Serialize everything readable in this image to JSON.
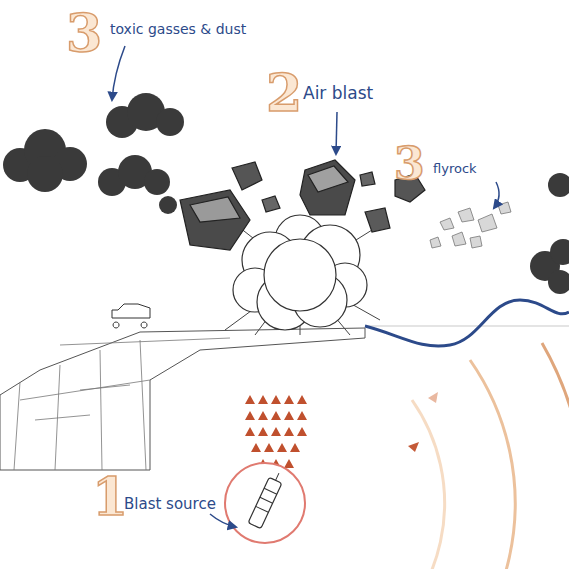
{
  "diagram": {
    "labels": [
      "3",
      "toxic gasses & dust",
      "2",
      "Air blast",
      "3",
      "flyrock",
      "1",
      "Blast source"
    ]
  }
}
